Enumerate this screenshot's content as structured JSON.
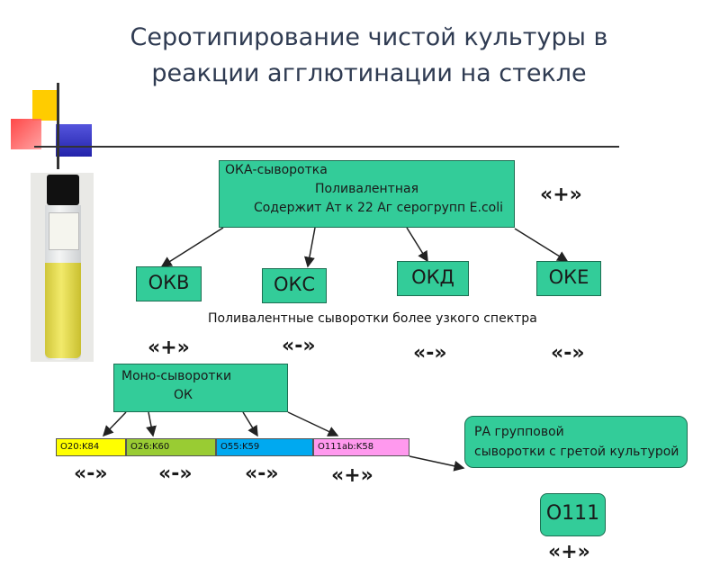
{
  "title_line1": "Серотипирование чистой культуры в",
  "title_line2": "реакции агглютинации на стекле",
  "oka": {
    "line1": "ОКА-сыворотка",
    "line2": "Поливалентная",
    "line3": "Содержит Ат к 22 Аг серогрупп E.coli"
  },
  "oka_result": "«+»",
  "groups": [
    "ОКВ",
    "ОКС",
    "ОКД",
    "ОКЕ"
  ],
  "polyvalent_caption": "Поливалентные сыворотки более узкого спектра",
  "group_results": [
    "«+»",
    "«-»",
    "«-»",
    "«-»"
  ],
  "mono": {
    "line1": "Моно-сыворотки",
    "line2": "ОК"
  },
  "sera": [
    {
      "label": "O20:K84",
      "color": "#ffff00",
      "result": "«-»"
    },
    {
      "label": "O26:K60",
      "color": "#99cc33",
      "result": "«-»"
    },
    {
      "label": "O55:K59",
      "color": "#00a9f0",
      "result": "«-»"
    },
    {
      "label": "O111ab:K58",
      "color": "#ff99ee",
      "result": "«+»"
    }
  ],
  "ra": {
    "line1": "РА групповой",
    "line2": "сыворотки с гретой культурой"
  },
  "final": {
    "label": "О111",
    "result": "«+»"
  },
  "colors": {
    "box": "#33cc99",
    "deco_yellow": "#ffcc00",
    "deco_red": "#ff3333",
    "deco_blue": "#3333cc"
  }
}
